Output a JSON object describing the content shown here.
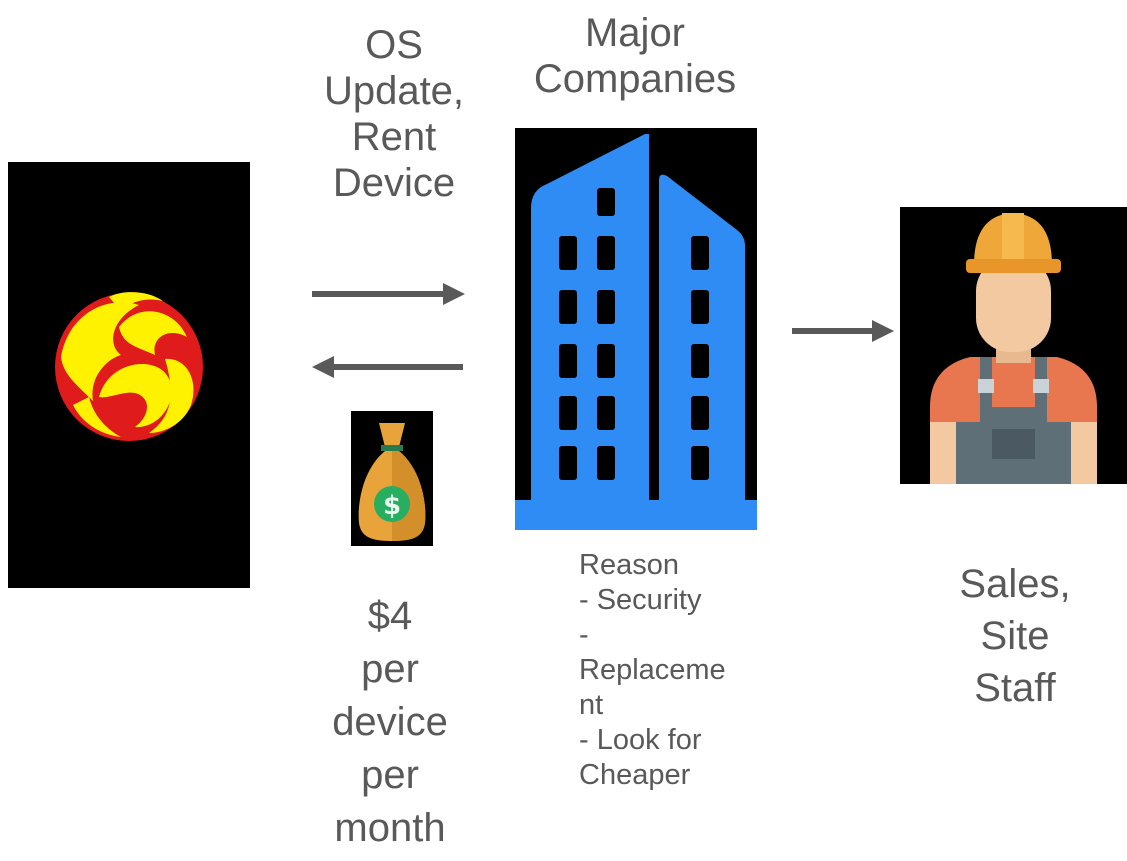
{
  "labels": {
    "provider_offer": "OS\nUpdate,\nRent\nDevice",
    "companies": "Major\nCompanies",
    "price": "$4\nper\ndevice\nper\nmonth",
    "reason": "Reason\n- Security\n-\nReplaceme\nnt\n- Look for\nCheaper",
    "staff": "Sales,\nSite\nStaff"
  },
  "icons": {
    "provider": "flame-logo-icon",
    "money": "money-bag-icon",
    "companies": "office-building-icon",
    "staff": "construction-worker-icon"
  },
  "colors": {
    "text": "#595959",
    "arrow": "#595959",
    "panel_bg": "#000000",
    "building_blue": "#2f8cf5",
    "flame_red": "#e01b1b",
    "flame_yellow": "#fff200",
    "money_bag": "#e8a33a",
    "coin_green": "#27ae60",
    "helmet_orange": "#f0a73a",
    "shirt_orange": "#e8774f",
    "overalls_gray": "#5f6f78"
  }
}
